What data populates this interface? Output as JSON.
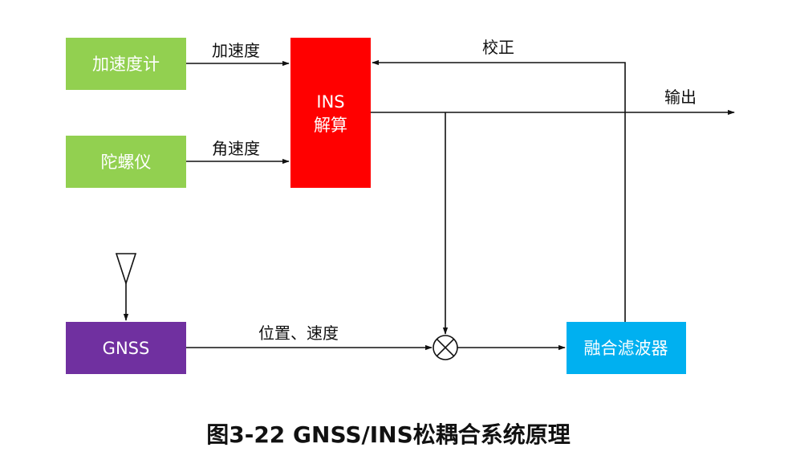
{
  "colors": {
    "sensor": "#92d050",
    "ins": "#ff0000",
    "gnss": "#7030a0",
    "filter": "#00b0f0",
    "line": "#111111"
  },
  "nodes": {
    "accelerometer": "加速度计",
    "gyroscope": "陀螺仪",
    "ins_line1": "INS",
    "ins_line2": "解算",
    "gnss": "GNSS",
    "filter": "融合滤波器"
  },
  "edges": {
    "acceleration": "加速度",
    "angular_velocity": "角速度",
    "correction": "校正",
    "output": "输出",
    "position_velocity": "位置、速度"
  },
  "icons": {
    "antenna": "antenna-icon",
    "combiner": "summing-junction-icon"
  },
  "caption": "图3-22 GNSS/INS松耦合系统原理"
}
